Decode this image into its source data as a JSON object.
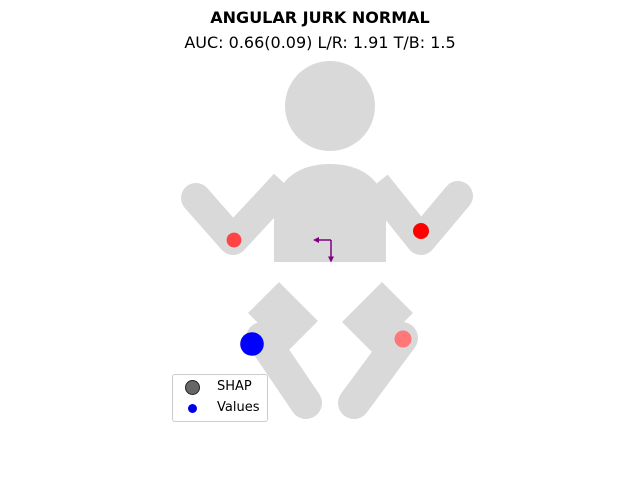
{
  "chart_data": {
    "type": "scatter",
    "title": "ANGULAR JURK NORMAL",
    "subtitle": "AUC: 0.66(0.09) L/R: 1.91 T/B: 1.5",
    "legend": {
      "placement": "lower-left",
      "entries": [
        "SHAP",
        "Values"
      ]
    },
    "points": [
      {
        "region": "left-hand",
        "size": 0.4,
        "color": "#ff4444"
      },
      {
        "region": "right-hand",
        "size": 0.45,
        "color": "#ff0000"
      },
      {
        "region": "left-foot",
        "size": 0.8,
        "color": "#0000ff"
      },
      {
        "region": "right-foot",
        "size": 0.5,
        "color": "#ff7777"
      }
    ],
    "arrow": {
      "dx": -0.6,
      "dy": 0.75,
      "color": "#800080"
    },
    "body_color": "#d9d9d9"
  }
}
